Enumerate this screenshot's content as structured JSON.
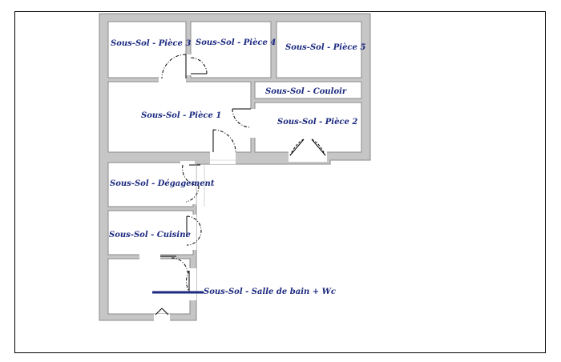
{
  "colors": {
    "wall_fill": "#c6c6c6",
    "wall_stroke": "#8a8a8a",
    "label": "#1c2a80",
    "frame": "#000000",
    "door": "#000000",
    "highlight": "#1c2a80"
  },
  "rooms": {
    "piece3": "Sous-Sol - Pièce 3",
    "piece4": "Sous-Sol - Pièce 4",
    "piece5": "Sous-Sol - Pièce 5",
    "couloir": "Sous-Sol - Couloir",
    "piece1": "Sous-Sol - Pièce 1",
    "piece2": "Sous-Sol - Pièce 2",
    "degagement": "Sous-Sol - Dégagement",
    "cuisine": "Sous-Sol - Cuisine",
    "sdb": "Sous-Sol - Salle de bain + Wc"
  }
}
